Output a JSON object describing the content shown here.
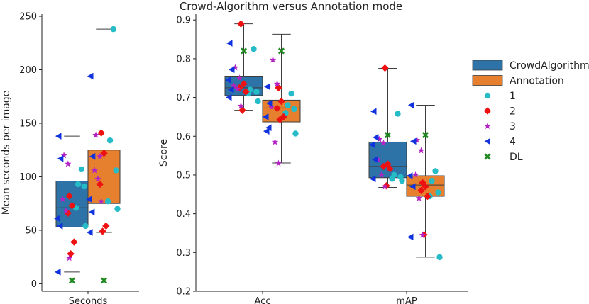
{
  "title": "Crowd-Algorithm versus Annotation mode",
  "colors": {
    "crowd": "#2e73a8",
    "annot": "#e6802e",
    "m1": "#25bcc7",
    "m2": "#ee1111",
    "m3": "#b522c4",
    "m4": "#1133dd",
    "mDL": "#1f8a1f",
    "axis": "#222222"
  },
  "legend": [
    {
      "label": "CrowdAlgorithm",
      "kind": "patch",
      "color": "#2e73a8",
      "icon": "blue-box-patch"
    },
    {
      "label": "Annotation",
      "kind": "patch",
      "color": "#e6802e",
      "icon": "orange-box-patch"
    },
    {
      "label": "1",
      "kind": "marker",
      "marker": "circle",
      "color": "#25bcc7",
      "icon": "cyan-circle-marker"
    },
    {
      "label": "2",
      "kind": "marker",
      "marker": "diamond",
      "color": "#ee1111",
      "icon": "red-diamond-marker"
    },
    {
      "label": "3",
      "kind": "marker",
      "marker": "star",
      "color": "#b522c4",
      "icon": "purple-star-marker"
    },
    {
      "label": "4",
      "kind": "marker",
      "marker": "triangle-left",
      "color": "#1133dd",
      "icon": "blue-triangle-marker"
    },
    {
      "label": "DL",
      "kind": "marker",
      "marker": "x",
      "color": "#1f8a1f",
      "icon": "green-x-marker"
    }
  ],
  "chart_data": [
    {
      "type": "box",
      "title": "",
      "xlabel": "",
      "ylabel": "Mean seconds per image",
      "categories": [
        "Seconds"
      ],
      "ylim": [
        -7,
        252
      ],
      "yticks": [
        0,
        50,
        100,
        150,
        200,
        250
      ],
      "grid": false,
      "boxes": [
        {
          "category": "Seconds",
          "series": "CrowdAlgorithm",
          "whislo": 11,
          "q1": 53,
          "med": 71,
          "q3": 96,
          "whishi": 138
        },
        {
          "category": "Seconds",
          "series": "Annotation",
          "whislo": 48,
          "q1": 75,
          "med": 98,
          "q3": 125,
          "whishi": 238
        }
      ],
      "points": {
        "1": [
          {
            "category": "Seconds",
            "series": "CrowdAlgorithm",
            "y": 107
          },
          {
            "category": "Seconds",
            "series": "CrowdAlgorithm",
            "y": 93
          },
          {
            "category": "Seconds",
            "series": "CrowdAlgorithm",
            "y": 91
          },
          {
            "category": "Seconds",
            "series": "CrowdAlgorithm",
            "y": 71
          },
          {
            "category": "Seconds",
            "series": "CrowdAlgorithm",
            "y": 54
          },
          {
            "category": "Seconds",
            "series": "Annotation",
            "y": 238
          },
          {
            "category": "Seconds",
            "series": "Annotation",
            "y": 134
          },
          {
            "category": "Seconds",
            "series": "Annotation",
            "y": 106
          },
          {
            "category": "Seconds",
            "series": "Annotation",
            "y": 77
          },
          {
            "category": "Seconds",
            "series": "Annotation",
            "y": 70
          }
        ],
        "2": [
          {
            "category": "Seconds",
            "series": "CrowdAlgorithm",
            "y": 82
          },
          {
            "category": "Seconds",
            "series": "CrowdAlgorithm",
            "y": 73
          },
          {
            "category": "Seconds",
            "series": "CrowdAlgorithm",
            "y": 66
          },
          {
            "category": "Seconds",
            "series": "CrowdAlgorithm",
            "y": 39
          },
          {
            "category": "Seconds",
            "series": "CrowdAlgorithm",
            "y": 28
          },
          {
            "category": "Seconds",
            "series": "Annotation",
            "y": 141
          },
          {
            "category": "Seconds",
            "series": "Annotation",
            "y": 122
          },
          {
            "category": "Seconds",
            "series": "Annotation",
            "y": 93
          },
          {
            "category": "Seconds",
            "series": "Annotation",
            "y": 54
          },
          {
            "category": "Seconds",
            "series": "Annotation",
            "y": 49
          }
        ],
        "3": [
          {
            "category": "Seconds",
            "series": "CrowdAlgorithm",
            "y": 120
          },
          {
            "category": "Seconds",
            "series": "CrowdAlgorithm",
            "y": 112
          },
          {
            "category": "Seconds",
            "series": "CrowdAlgorithm",
            "y": 79
          },
          {
            "category": "Seconds",
            "series": "CrowdAlgorithm",
            "y": 68
          },
          {
            "category": "Seconds",
            "series": "CrowdAlgorithm",
            "y": 24
          },
          {
            "category": "Seconds",
            "series": "Annotation",
            "y": 139
          },
          {
            "category": "Seconds",
            "series": "Annotation",
            "y": 119
          },
          {
            "category": "Seconds",
            "series": "Annotation",
            "y": 106
          },
          {
            "category": "Seconds",
            "series": "Annotation",
            "y": 98
          },
          {
            "category": "Seconds",
            "series": "Annotation",
            "y": 77
          }
        ],
        "4": [
          {
            "category": "Seconds",
            "series": "CrowdAlgorithm",
            "y": 138
          },
          {
            "category": "Seconds",
            "series": "CrowdAlgorithm",
            "y": 117
          },
          {
            "category": "Seconds",
            "series": "CrowdAlgorithm",
            "y": 61
          },
          {
            "category": "Seconds",
            "series": "CrowdAlgorithm",
            "y": 54
          },
          {
            "category": "Seconds",
            "series": "CrowdAlgorithm",
            "y": 11
          },
          {
            "category": "Seconds",
            "series": "Annotation",
            "y": 194
          },
          {
            "category": "Seconds",
            "series": "Annotation",
            "y": 119
          },
          {
            "category": "Seconds",
            "series": "Annotation",
            "y": 79
          },
          {
            "category": "Seconds",
            "series": "Annotation",
            "y": 67
          },
          {
            "category": "Seconds",
            "series": "Annotation",
            "y": 48
          }
        ],
        "DL": [
          {
            "category": "Seconds",
            "series": "CrowdAlgorithm",
            "y": 3
          },
          {
            "category": "Seconds",
            "series": "Annotation",
            "y": 3
          }
        ]
      }
    },
    {
      "type": "box",
      "title": "",
      "xlabel": "",
      "ylabel": "Score",
      "categories": [
        "Acc",
        "mAP"
      ],
      "ylim": [
        0.2,
        0.915
      ],
      "yticks": [
        0.2,
        0.3,
        0.4,
        0.5,
        0.6,
        0.7,
        0.8,
        0.9
      ],
      "grid": false,
      "boxes": [
        {
          "category": "Acc",
          "series": "CrowdAlgorithm",
          "whislo": 0.667,
          "q1": 0.705,
          "med": 0.725,
          "q3": 0.755,
          "whishi": 0.89
        },
        {
          "category": "Acc",
          "series": "Annotation",
          "whislo": 0.531,
          "q1": 0.637,
          "med": 0.673,
          "q3": 0.693,
          "whishi": 0.863
        },
        {
          "category": "mAP",
          "series": "CrowdAlgorithm",
          "whislo": 0.468,
          "q1": 0.493,
          "med": 0.522,
          "q3": 0.585,
          "whishi": 0.775
        },
        {
          "category": "mAP",
          "series": "Annotation",
          "whislo": 0.288,
          "q1": 0.445,
          "med": 0.474,
          "q3": 0.498,
          "whishi": 0.68
        }
      ],
      "points": {
        "1": [
          {
            "category": "Acc",
            "series": "CrowdAlgorithm",
            "y": 0.825
          },
          {
            "category": "Acc",
            "series": "CrowdAlgorithm",
            "y": 0.72
          },
          {
            "category": "Acc",
            "series": "CrowdAlgorithm",
            "y": 0.715
          },
          {
            "category": "Acc",
            "series": "CrowdAlgorithm",
            "y": 0.71
          },
          {
            "category": "Acc",
            "series": "CrowdAlgorithm",
            "y": 0.69
          },
          {
            "category": "Acc",
            "series": "Annotation",
            "y": 0.71
          },
          {
            "category": "Acc",
            "series": "Annotation",
            "y": 0.68
          },
          {
            "category": "Acc",
            "series": "Annotation",
            "y": 0.67
          },
          {
            "category": "Acc",
            "series": "Annotation",
            "y": 0.66
          },
          {
            "category": "Acc",
            "series": "Annotation",
            "y": 0.607
          },
          {
            "category": "mAP",
            "series": "CrowdAlgorithm",
            "y": 0.658
          },
          {
            "category": "mAP",
            "series": "CrowdAlgorithm",
            "y": 0.5
          },
          {
            "category": "mAP",
            "series": "CrowdAlgorithm",
            "y": 0.495
          },
          {
            "category": "mAP",
            "series": "CrowdAlgorithm",
            "y": 0.49
          },
          {
            "category": "mAP",
            "series": "CrowdAlgorithm",
            "y": 0.485
          },
          {
            "category": "mAP",
            "series": "Annotation",
            "y": 0.51
          },
          {
            "category": "mAP",
            "series": "Annotation",
            "y": 0.485
          },
          {
            "category": "mAP",
            "series": "Annotation",
            "y": 0.455
          },
          {
            "category": "mAP",
            "series": "Annotation",
            "y": 0.445
          },
          {
            "category": "mAP",
            "series": "Annotation",
            "y": 0.288
          }
        ],
        "2": [
          {
            "category": "Acc",
            "series": "CrowdAlgorithm",
            "y": 0.89
          },
          {
            "category": "Acc",
            "series": "CrowdAlgorithm",
            "y": 0.735
          },
          {
            "category": "Acc",
            "series": "CrowdAlgorithm",
            "y": 0.725
          },
          {
            "category": "Acc",
            "series": "CrowdAlgorithm",
            "y": 0.715
          },
          {
            "category": "Acc",
            "series": "CrowdAlgorithm",
            "y": 0.667
          },
          {
            "category": "Acc",
            "series": "Annotation",
            "y": 0.725
          },
          {
            "category": "Acc",
            "series": "Annotation",
            "y": 0.69
          },
          {
            "category": "Acc",
            "series": "Annotation",
            "y": 0.672
          },
          {
            "category": "Acc",
            "series": "Annotation",
            "y": 0.65
          },
          {
            "category": "Acc",
            "series": "Annotation",
            "y": 0.643
          },
          {
            "category": "mAP",
            "series": "CrowdAlgorithm",
            "y": 0.776
          },
          {
            "category": "mAP",
            "series": "CrowdAlgorithm",
            "y": 0.528
          },
          {
            "category": "mAP",
            "series": "CrowdAlgorithm",
            "y": 0.522
          },
          {
            "category": "mAP",
            "series": "CrowdAlgorithm",
            "y": 0.516
          },
          {
            "category": "mAP",
            "series": "CrowdAlgorithm",
            "y": 0.472
          },
          {
            "category": "mAP",
            "series": "Annotation",
            "y": 0.48
          },
          {
            "category": "mAP",
            "series": "Annotation",
            "y": 0.47
          },
          {
            "category": "mAP",
            "series": "Annotation",
            "y": 0.46
          },
          {
            "category": "mAP",
            "series": "Annotation",
            "y": 0.445
          },
          {
            "category": "mAP",
            "series": "Annotation",
            "y": 0.346
          }
        ],
        "3": [
          {
            "category": "Acc",
            "series": "CrowdAlgorithm",
            "y": 0.777
          },
          {
            "category": "Acc",
            "series": "CrowdAlgorithm",
            "y": 0.75
          },
          {
            "category": "Acc",
            "series": "CrowdAlgorithm",
            "y": 0.73
          },
          {
            "category": "Acc",
            "series": "CrowdAlgorithm",
            "y": 0.722
          },
          {
            "category": "Acc",
            "series": "CrowdAlgorithm",
            "y": 0.678
          },
          {
            "category": "Acc",
            "series": "Annotation",
            "y": 0.797
          },
          {
            "category": "Acc",
            "series": "Annotation",
            "y": 0.735
          },
          {
            "category": "Acc",
            "series": "Annotation",
            "y": 0.675
          },
          {
            "category": "Acc",
            "series": "Annotation",
            "y": 0.585
          },
          {
            "category": "Acc",
            "series": "Annotation",
            "y": 0.53
          },
          {
            "category": "mAP",
            "series": "CrowdAlgorithm",
            "y": 0.592
          },
          {
            "category": "mAP",
            "series": "CrowdAlgorithm",
            "y": 0.582
          },
          {
            "category": "mAP",
            "series": "CrowdAlgorithm",
            "y": 0.54
          },
          {
            "category": "mAP",
            "series": "CrowdAlgorithm",
            "y": 0.5
          },
          {
            "category": "mAP",
            "series": "CrowdAlgorithm",
            "y": 0.47
          },
          {
            "category": "mAP",
            "series": "Annotation",
            "y": 0.59
          },
          {
            "category": "mAP",
            "series": "Annotation",
            "y": 0.563
          },
          {
            "category": "mAP",
            "series": "Annotation",
            "y": 0.5
          },
          {
            "category": "mAP",
            "series": "Annotation",
            "y": 0.44
          },
          {
            "category": "mAP",
            "series": "Annotation",
            "y": 0.345
          }
        ],
        "4": [
          {
            "category": "Acc",
            "series": "CrowdAlgorithm",
            "y": 0.84
          },
          {
            "category": "Acc",
            "series": "CrowdAlgorithm",
            "y": 0.772
          },
          {
            "category": "Acc",
            "series": "CrowdAlgorithm",
            "y": 0.745
          },
          {
            "category": "Acc",
            "series": "CrowdAlgorithm",
            "y": 0.72
          },
          {
            "category": "Acc",
            "series": "CrowdAlgorithm",
            "y": 0.7
          },
          {
            "category": "Acc",
            "series": "Annotation",
            "y": 0.728
          },
          {
            "category": "Acc",
            "series": "Annotation",
            "y": 0.685
          },
          {
            "category": "Acc",
            "series": "Annotation",
            "y": 0.65
          },
          {
            "category": "Acc",
            "series": "Annotation",
            "y": 0.622
          },
          {
            "category": "Acc",
            "series": "Annotation",
            "y": 0.613
          },
          {
            "category": "mAP",
            "series": "CrowdAlgorithm",
            "y": 0.664
          },
          {
            "category": "mAP",
            "series": "CrowdAlgorithm",
            "y": 0.597
          },
          {
            "category": "mAP",
            "series": "CrowdAlgorithm",
            "y": 0.578
          },
          {
            "category": "mAP",
            "series": "CrowdAlgorithm",
            "y": 0.54
          },
          {
            "category": "mAP",
            "series": "CrowdAlgorithm",
            "y": 0.49
          },
          {
            "category": "mAP",
            "series": "Annotation",
            "y": 0.68
          },
          {
            "category": "mAP",
            "series": "Annotation",
            "y": 0.587
          },
          {
            "category": "mAP",
            "series": "Annotation",
            "y": 0.498
          },
          {
            "category": "mAP",
            "series": "Annotation",
            "y": 0.47
          },
          {
            "category": "mAP",
            "series": "Annotation",
            "y": 0.34
          }
        ],
        "DL": [
          {
            "category": "Acc",
            "series": "CrowdAlgorithm",
            "y": 0.82
          },
          {
            "category": "Acc",
            "series": "Annotation",
            "y": 0.82
          },
          {
            "category": "mAP",
            "series": "CrowdAlgorithm",
            "y": 0.603
          },
          {
            "category": "mAP",
            "series": "Annotation",
            "y": 0.603
          }
        ]
      }
    }
  ]
}
